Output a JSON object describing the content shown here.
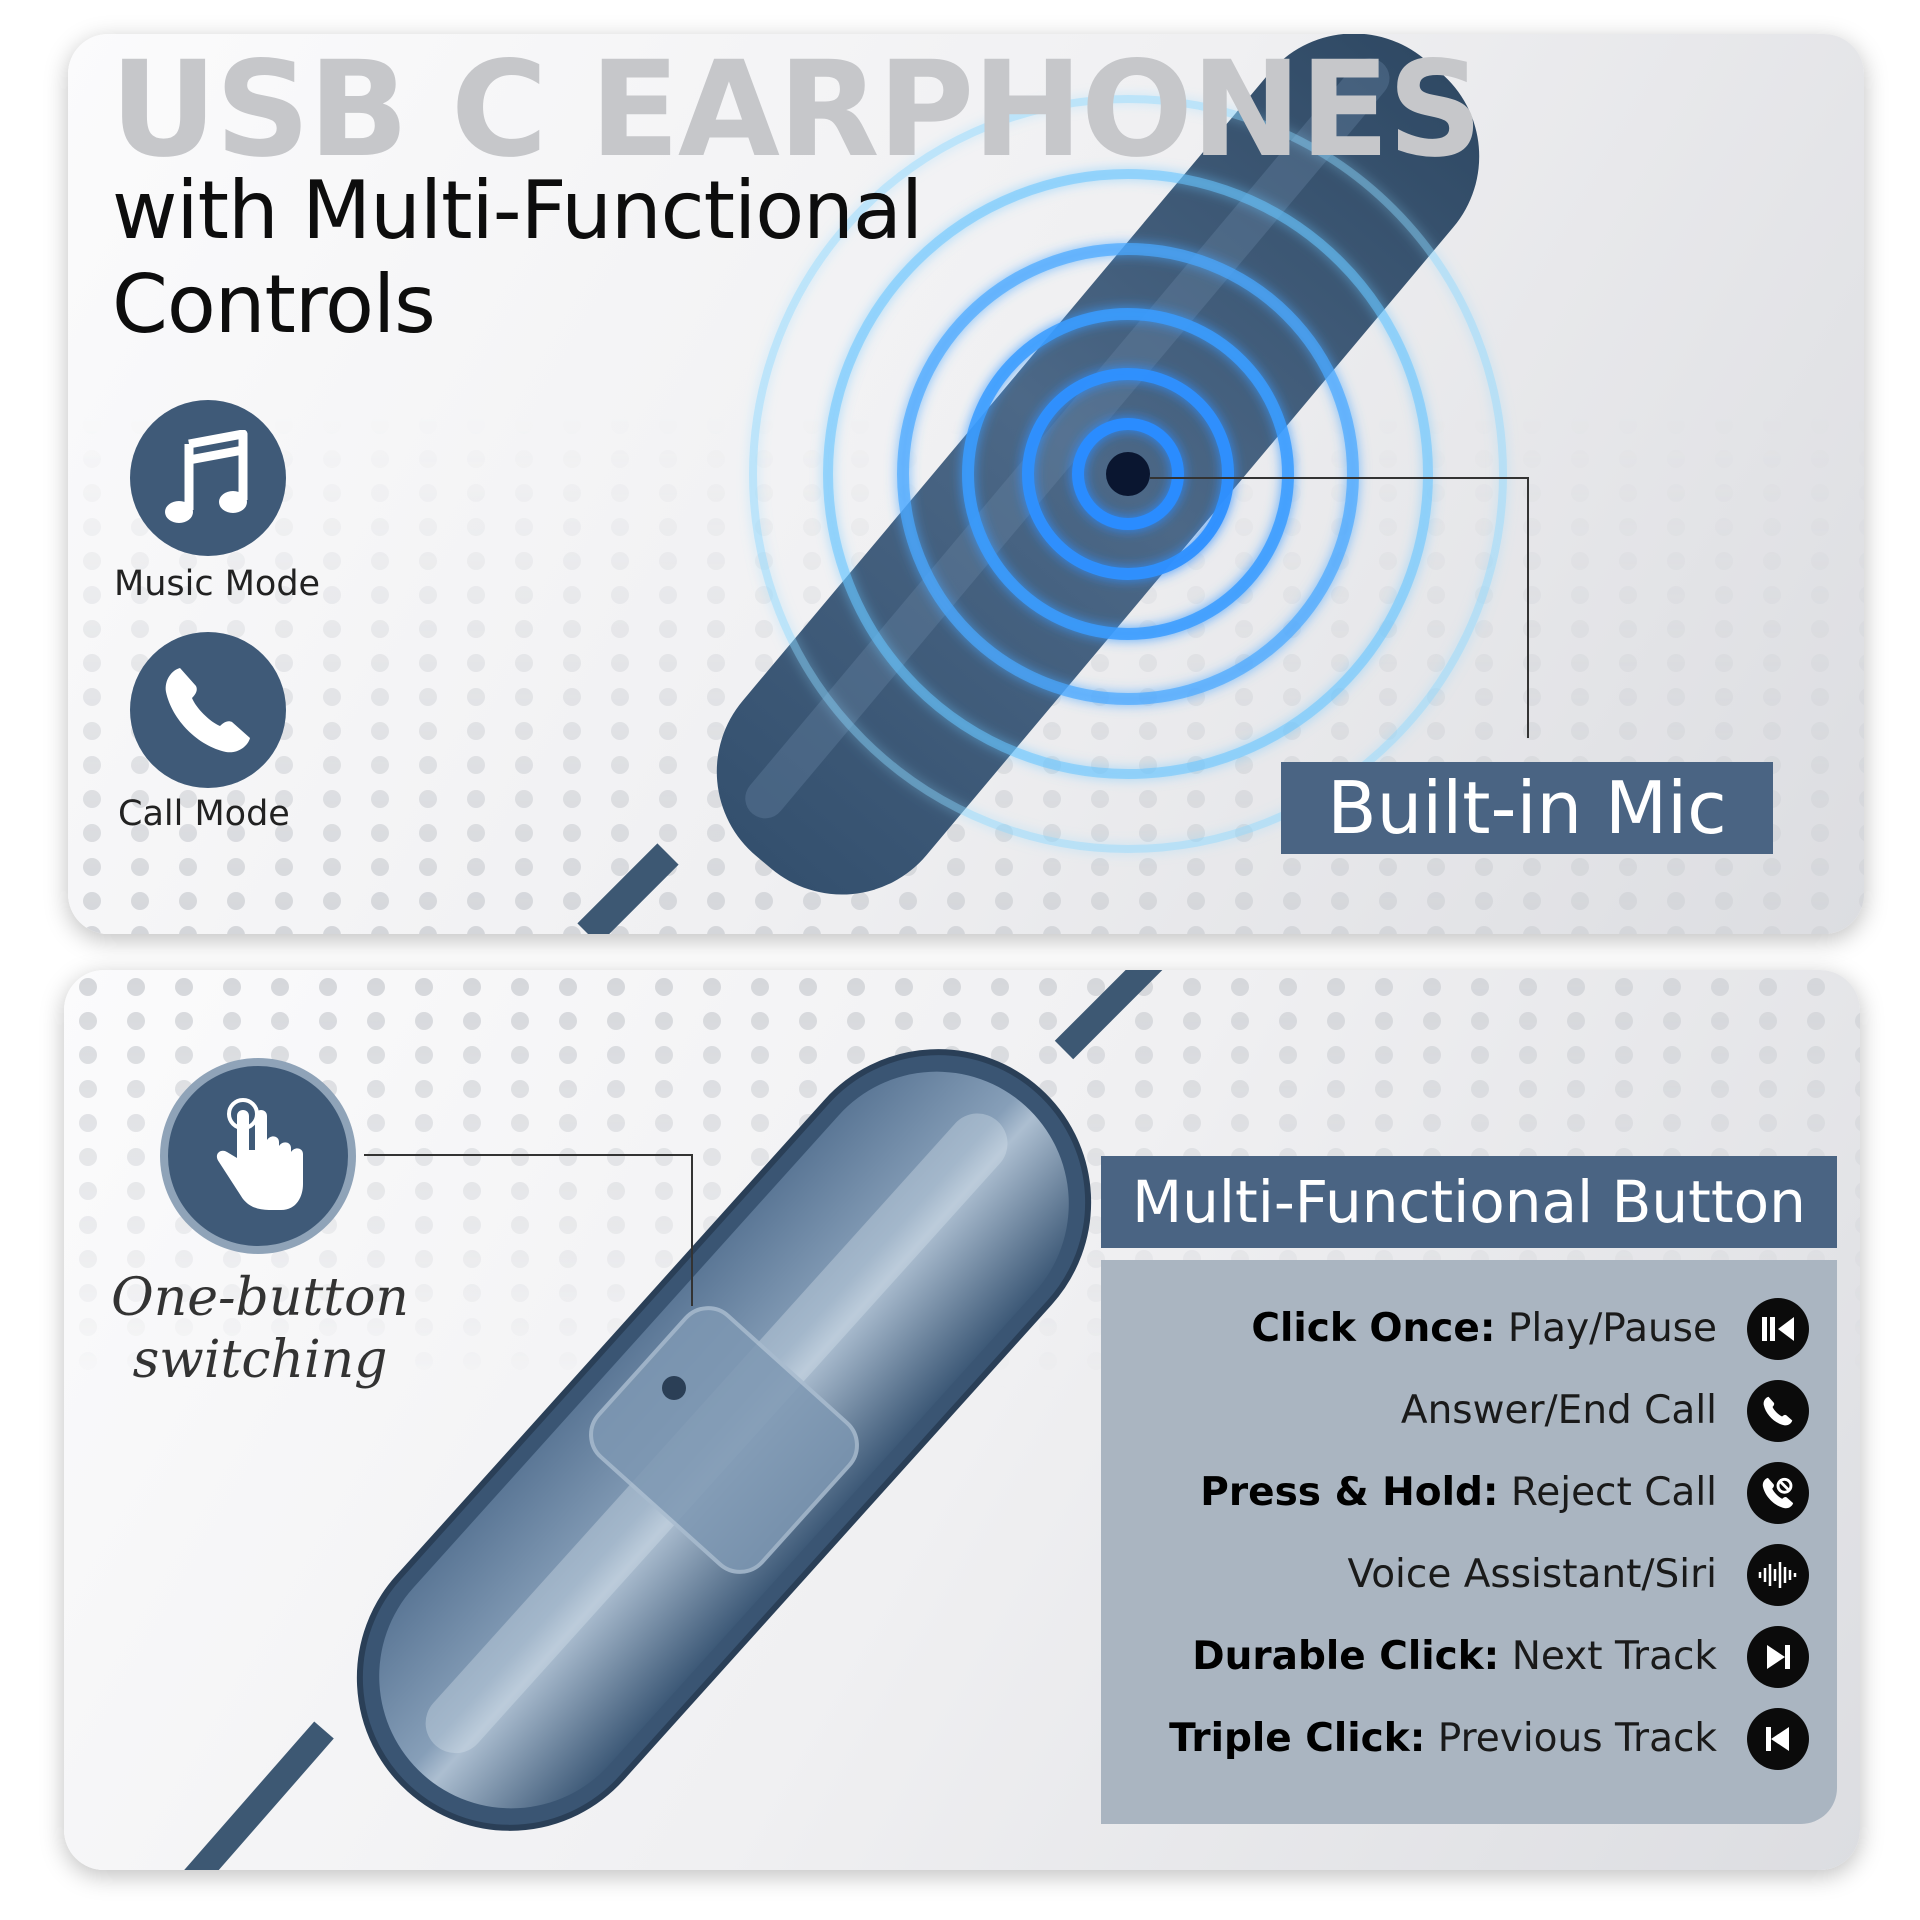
{
  "colors": {
    "accent": "#4a6483",
    "icon_fill": "#3f5a78",
    "mic_glow": "#2a8cff",
    "box": "#aab5c1"
  },
  "top_panel": {
    "headline": "USB C EARPHONES",
    "subhead_line1": "with Multi-Functional",
    "subhead_line2": "Controls",
    "modes": [
      {
        "icon": "music-note-icon",
        "label": "Music Mode"
      },
      {
        "icon": "phone-icon",
        "label": "Call Mode"
      }
    ],
    "mic_label": "Built-in Mic"
  },
  "bottom_panel": {
    "touch_icon": "touch-hand-icon",
    "touch_label_line1": "One-button",
    "touch_label_line2": "switching",
    "title": "Multi-Functional Button",
    "functions": [
      {
        "action": "Click Once:",
        "result": "Play/Pause",
        "icon": "play-pause-icon"
      },
      {
        "action": "",
        "result": "Answer/End Call",
        "icon": "phone-icon"
      },
      {
        "action": "Press & Hold:",
        "result": "Reject Call",
        "icon": "reject-call-icon"
      },
      {
        "action": "",
        "result": "Voice Assistant/Siri",
        "icon": "voice-wave-icon"
      },
      {
        "action": "Durable Click:",
        "result": "Next Track",
        "icon": "next-track-icon"
      },
      {
        "action": "Triple Click:",
        "result": "Previous Track",
        "icon": "previous-track-icon"
      }
    ]
  }
}
